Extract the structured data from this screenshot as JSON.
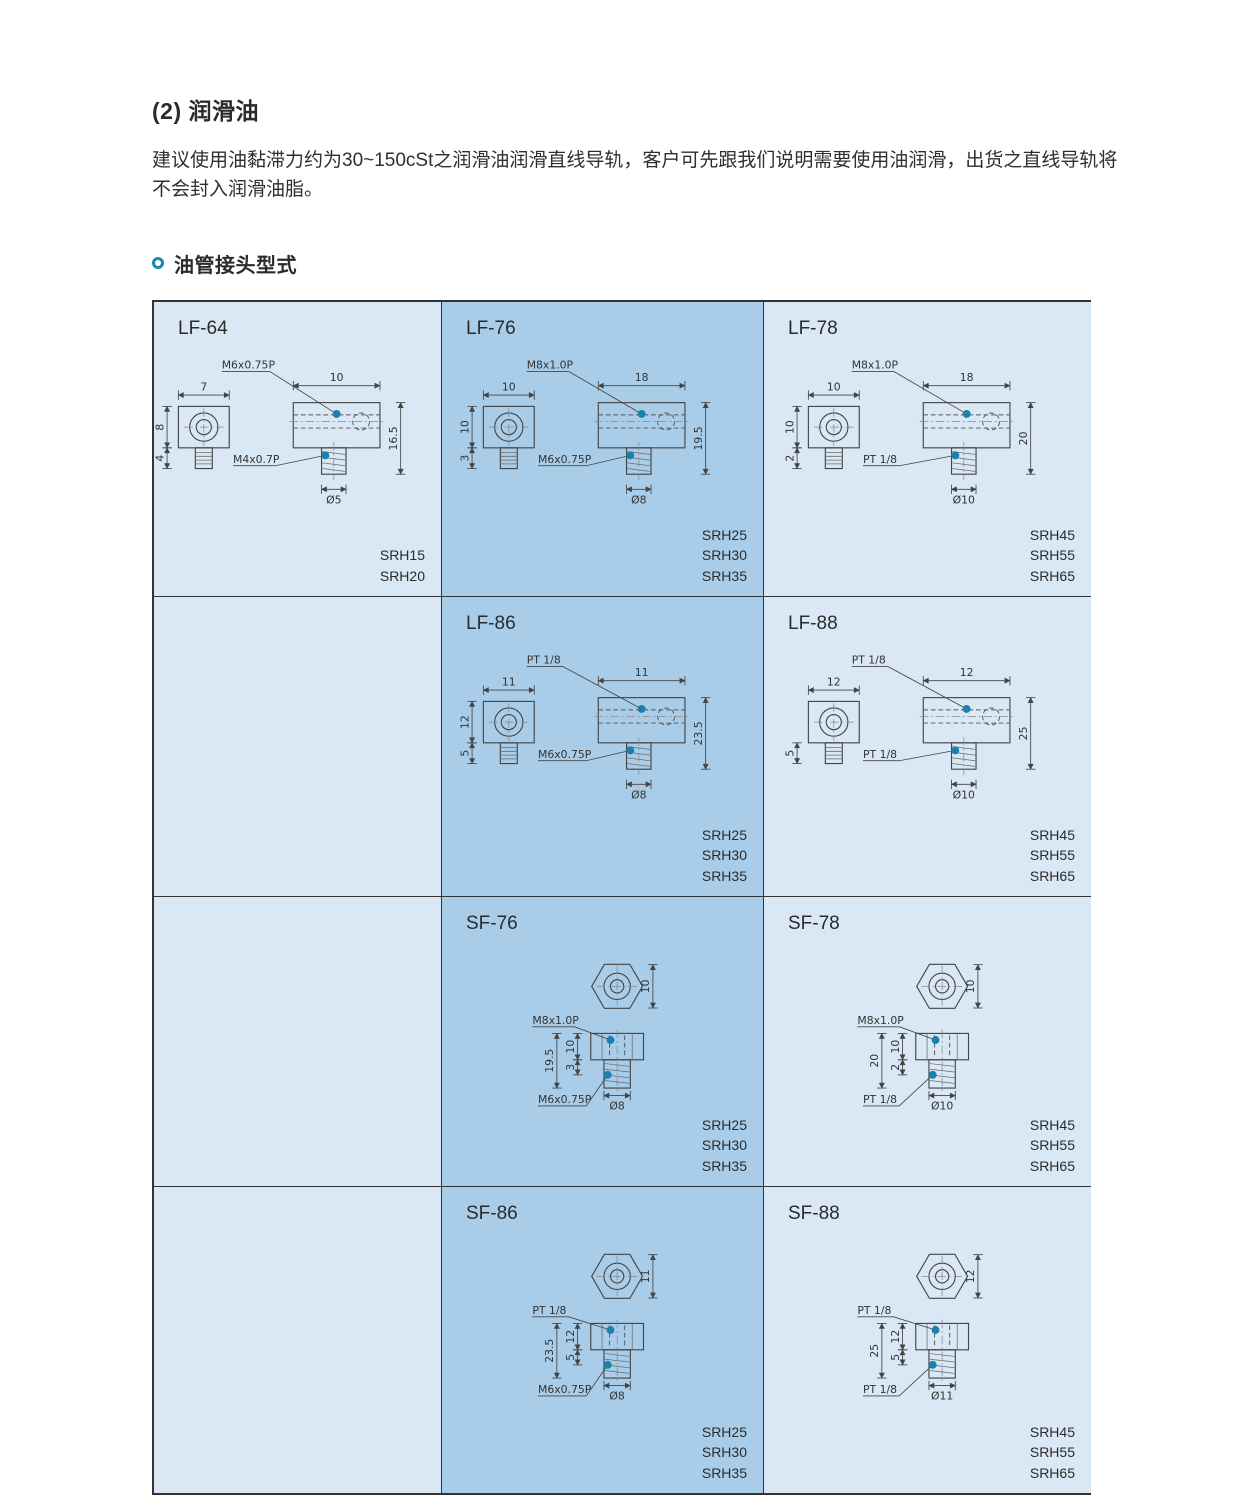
{
  "page": {
    "section_title": "(2) 润滑油",
    "paragraph": "建议使用油黏滞力约为30~150cSt之润滑油润滑直线导轨，客户可先跟我们说明需要使用油润滑，出货之直线导轨将不会封入润滑油脂。",
    "subsection_title": "油管接头型式"
  },
  "colors": {
    "cell_light": "#d9e8f4",
    "cell_medium": "#a9cde9",
    "accent_teal": "#1a80ad",
    "border": "#333333",
    "line": "#444444",
    "text": "#2b2b2b"
  },
  "cells": [
    {
      "id": "lf64",
      "title": "LF-64",
      "models": [
        "SRH15",
        "SRH20"
      ],
      "labels": {
        "thread_top": "M6x0.75P",
        "dim_top_left": "7",
        "dim_top_right": "10",
        "dim_left_a": "8",
        "dim_left_b": "4",
        "dim_right": "16.5",
        "thread_bottom": "M4x0.7P",
        "dia": "Ø5"
      }
    },
    {
      "id": "lf76",
      "title": "LF-76",
      "models": [
        "SRH25",
        "SRH30",
        "SRH35"
      ],
      "labels": {
        "thread_top": "M8x1.0P",
        "dim_top_left": "10",
        "dim_top_right": "18",
        "dim_left_a": "10",
        "dim_left_b": "3",
        "dim_right": "19.5",
        "thread_bottom": "M6x0.75P",
        "dia": "Ø8"
      }
    },
    {
      "id": "lf78",
      "title": "LF-78",
      "models": [
        "SRH45",
        "SRH55",
        "SRH65"
      ],
      "labels": {
        "thread_top": "M8x1.0P",
        "dim_top_left": "10",
        "dim_top_right": "18",
        "dim_left_a": "10",
        "dim_left_b": "2",
        "dim_right": "20",
        "thread_bottom": "PT 1/8",
        "dia": "Ø10"
      }
    },
    {
      "id": "lf86",
      "title": "LF-86",
      "models": [
        "SRH25",
        "SRH30",
        "SRH35"
      ],
      "labels": {
        "thread_top": "PT 1/8",
        "dim_top_left": "11",
        "dim_top_right": "11",
        "dim_left_a": "12",
        "dim_left_b": "5",
        "dim_right": "23.5",
        "thread_bottom": "M6x0.75P",
        "dia": "Ø8"
      }
    },
    {
      "id": "lf88",
      "title": "LF-88",
      "models": [
        "SRH45",
        "SRH55",
        "SRH65"
      ],
      "labels": {
        "thread_top": "PT 1/8",
        "dim_top_left": "12",
        "dim_top_right": "12",
        "dim_left_a": "",
        "dim_left_b": "5",
        "dim_right": "25",
        "thread_bottom": "PT 1/8",
        "dia": "Ø10"
      }
    },
    {
      "id": "sf76",
      "title": "SF-76",
      "models": [
        "SRH25",
        "SRH30",
        "SRH35"
      ],
      "labels": {
        "hex_dim": "10",
        "thread_top": "M8x1.0P",
        "dim_left_a": "10",
        "dim_left_b": "3",
        "dim_left_total": "19.5",
        "thread_bottom": "M6x0.75P",
        "dia": "Ø8"
      }
    },
    {
      "id": "sf78",
      "title": "SF-78",
      "models": [
        "SRH45",
        "SRH55",
        "SRH65"
      ],
      "labels": {
        "hex_dim": "10",
        "thread_top": "M8x1.0P",
        "dim_left_a": "10",
        "dim_left_b": "2",
        "dim_left_total": "20",
        "thread_bottom": "PT 1/8",
        "dia": "Ø10"
      }
    },
    {
      "id": "sf86",
      "title": "SF-86",
      "models": [
        "SRH25",
        "SRH30",
        "SRH35"
      ],
      "labels": {
        "hex_dim": "11",
        "thread_top": "PT 1/8",
        "dim_left_a": "12",
        "dim_left_b": "5",
        "dim_left_total": "23.5",
        "thread_bottom": "M6x0.75P",
        "dia": "Ø8"
      }
    },
    {
      "id": "sf88",
      "title": "SF-88",
      "models": [
        "SRH45",
        "SRH55",
        "SRH65"
      ],
      "labels": {
        "hex_dim": "12",
        "thread_top": "PT 1/8",
        "dim_left_a": "12",
        "dim_left_b": "5",
        "dim_left_total": "25",
        "thread_bottom": "PT 1/8",
        "dia": "Ø11"
      }
    }
  ]
}
